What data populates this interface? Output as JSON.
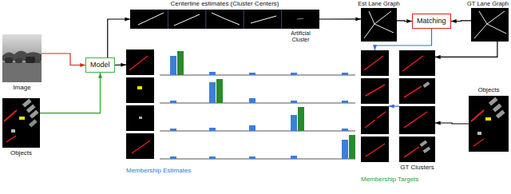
{
  "diagram": {
    "nodes": [
      {
        "text": [
          "Image"
        ]
      },
      {
        "text": [
          "Objects"
        ]
      },
      {
        "text": [
          "Model"
        ]
      },
      {
        "text": [
          "Centerline estimates (Cluster Centers)",
          "Artificial Cluster"
        ]
      },
      {
        "text": [
          "Est Lane Graph"
        ]
      },
      {
        "text": [
          "Matching"
        ]
      },
      {
        "text": [
          "GT Lane Graph"
        ]
      },
      {
        "text": [
          "Membership Estimates"
        ]
      },
      {
        "text": [
          "Membership Targets"
        ]
      },
      {
        "text": [
          "GT Clusters"
        ]
      },
      {
        "text": [
          "Objects"
        ]
      }
    ],
    "edges": [
      {
        "from": 0,
        "to": 2,
        "arrow": "to"
      },
      {
        "from": 1,
        "to": 2,
        "arrow": "to"
      },
      {
        "from": 2,
        "to": 3,
        "arrow": "to"
      },
      {
        "from": 2,
        "to": 7,
        "arrow": "to"
      },
      {
        "from": 3,
        "to": 4,
        "arrow": "to"
      },
      {
        "from": 4,
        "to": 5,
        "arrow": "to"
      },
      {
        "from": 6,
        "to": 5,
        "arrow": "to"
      },
      {
        "from": 5,
        "to": 8,
        "arrow": "to"
      },
      {
        "from": 9,
        "to": 8,
        "arrow": "to"
      },
      {
        "from": 6,
        "to": 9,
        "arrow": "to"
      },
      {
        "from": 10,
        "to": 9,
        "arrow": "to"
      }
    ]
  }
}
